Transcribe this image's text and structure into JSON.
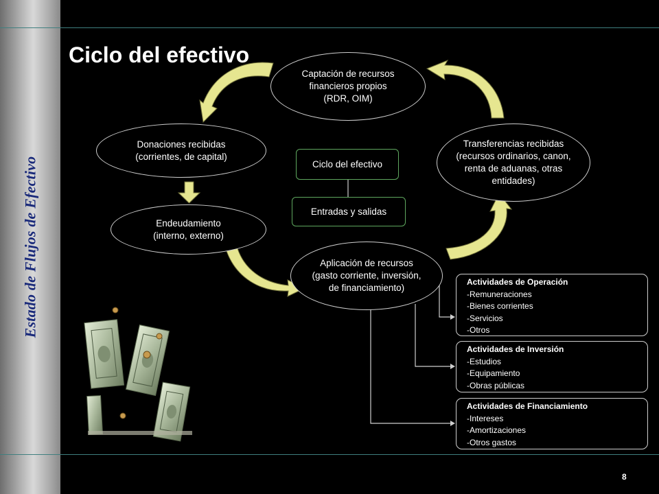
{
  "sidebar": {
    "title": "Estado de Flujos de Efectivo"
  },
  "slide": {
    "title": "Ciclo del efectivo",
    "page_number": "8"
  },
  "colors": {
    "arrow_fill": "#e6e690",
    "connector": "#cfcfcf",
    "box_border": "#5fa85f",
    "title_blue": "#1a2a7a"
  },
  "nodes": {
    "captacion": "Captación de recursos financieros propios (RDR, OIM)",
    "transferencias": "Transferencias recibidas (recursos ordinarios, canon, renta de aduanas, otras entidades)",
    "donaciones": "Donaciones recibidas (corrientes, de capital)",
    "endeudamiento": "Endeudamiento (interno, externo)",
    "aplicacion": "Aplicación de recursos (gasto corriente, inversión, de financiamiento)",
    "center_top": "Ciclo del efectivo",
    "center_bottom": "Entradas y salidas"
  },
  "activities": [
    {
      "title": "Actividades de Operación",
      "items": [
        "-Remuneraciones",
        "-Bienes corrientes",
        "-Servicios",
        "-Otros"
      ]
    },
    {
      "title": "Actividades de Inversión",
      "items": [
        "-Estudios",
        "-Equipamiento",
        "-Obras públicas"
      ]
    },
    {
      "title": "Actividades de Financiamiento",
      "items": [
        "-Intereses",
        "-Amortizaciones",
        "-Otros gastos"
      ]
    }
  ]
}
